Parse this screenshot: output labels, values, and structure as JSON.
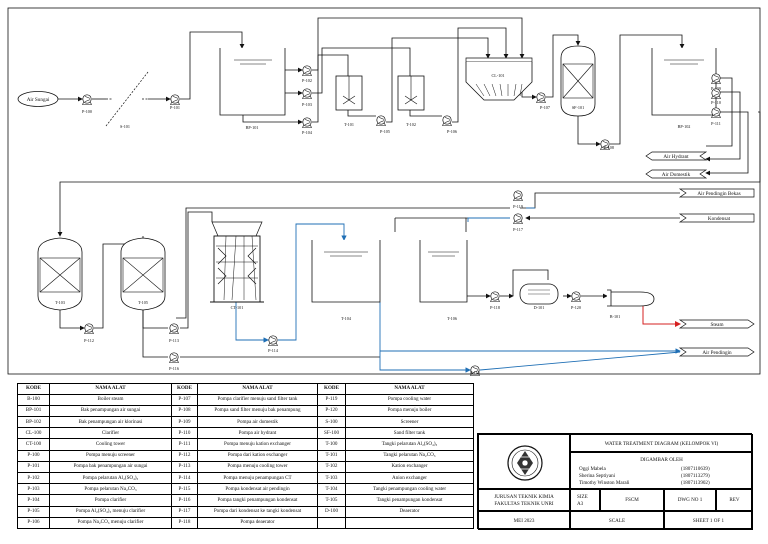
{
  "diagram": {
    "sources": {
      "river": "Air Sungai"
    },
    "equipment": {
      "s101": "S-101",
      "bp101": "BP-101",
      "t101": "T-101",
      "t102": "T-102",
      "cl101": "CL-101",
      "sf101": "SF-101",
      "bp102": "BP-102",
      "t103": "T-103",
      "t105": "T-105",
      "ct101": "CT-101",
      "t104": "T-104",
      "t106": "T-106",
      "d101": "D-101",
      "b101": "B-101"
    },
    "pumps": {
      "p100": "P-100",
      "p101": "P-101",
      "p102": "P-102",
      "p103": "P-103",
      "p104": "P-104",
      "p105": "P-105",
      "p106": "P-106",
      "p107": "P-107",
      "p108": "P-108",
      "p109": "P-109",
      "p110": "P-110",
      "p111": "P-111",
      "p112": "P-112",
      "p113": "P-113",
      "p114": "P-114",
      "p115": "P-115",
      "p116": "P-116",
      "p117": "P-117",
      "p118": "P-118",
      "p119": "P-119",
      "p120": "P-120"
    },
    "streams": {
      "air_hydrant": "Air Hydrant",
      "air_domestik": "Air Domestik",
      "air_pendingin_bekas": "Air Pendingin Bekas",
      "kondensat": "Kondensat",
      "steam": "Steam",
      "air_pendingin": "Air Pendingin"
    },
    "colors": {
      "line": "#111111",
      "cooling_water": "#1f6fb5",
      "steam": "#d62020"
    }
  },
  "legend": {
    "headers": [
      "KODE",
      "NAMA ALAT",
      "KODE",
      "NAMA ALAT",
      "KODE",
      "NAMA ALAT"
    ],
    "rows": [
      [
        "B-100",
        "Boiler steam",
        "P-107",
        "Pompa clarifier menuju sand filter tank",
        "P-119",
        "Pompa cooling water"
      ],
      [
        "BP-101",
        "Bak penampungan air sungai",
        "P-108",
        "Pompa sand filter menuju bak penampung",
        "P-120",
        "Pompa menuju boiler"
      ],
      [
        "BP-102",
        "Bak penampungan air klorinasi",
        "P-109",
        "Pompa air domestik",
        "S-100",
        "Screener"
      ],
      [
        "CL-100",
        "Clarifier",
        "P-110",
        "Pompa air hydrant",
        "SF-100",
        "Sand filter tank"
      ],
      [
        "CT-100",
        "Cooling tower",
        "P-111",
        "Pompa menuju kation exchanger",
        "T-100",
        "Tangki pelarutan Al₂(SO₄)₃"
      ],
      [
        "P-100",
        "Pompa menuju screener",
        "P-112",
        "Pompa dari kation exchanger",
        "T-101",
        "Tangki pelarutan Na₂CO₃"
      ],
      [
        "P-101",
        "Pompa bak penampungan air sungai",
        "P-113",
        "Pompa menuju cooling tower",
        "T-102",
        "Kation exchanger"
      ],
      [
        "P-102",
        "Pompa pelarutan Al₂(SO₄)₃",
        "P-114",
        "Pompa menuju penampungan CT",
        "T-103",
        "Anion exchanger"
      ],
      [
        "P-103",
        "Pompa pelarutan Na₂CO₃",
        "P-115",
        "Pompa kondensat air pendingin",
        "T-104",
        "Tangki penampungan cooling water"
      ],
      [
        "P-104",
        "Pompa clarifier",
        "P-116",
        "Pompa tangki penampungan kondensat",
        "T-105",
        "Tangki penampungan kondensat"
      ],
      [
        "P-105",
        "Pompa Al₂(SO₄)₃ menuju clarifier",
        "P-117",
        "Pompa dari kondensat ke tangki kondensat",
        "D-100",
        "Deaerator"
      ],
      [
        "P-106",
        "Pompa Na₂CO₃ menuju clarifier",
        "P-118",
        "Pompa deaerator",
        "",
        ""
      ]
    ]
  },
  "title_block": {
    "title": "WATER TREATMENT DIAGRAM (KELOMPOK VI)",
    "drawn_by_label": "DIGAMBAR OLEH",
    "authors": [
      {
        "name": "Oggi Mabela",
        "nim": "(1807110639)"
      },
      {
        "name": "Sherina Septiyani",
        "nim": "(1807113279)"
      },
      {
        "name": "Timothy Winston Marali",
        "nim": "(1807113902)"
      }
    ],
    "department_1": "JURUSAN TEKNIK KIMIA",
    "department_2": "FAKULTAS TEKNIK UNRI",
    "size_label": "SIZE",
    "size_value": "A3",
    "fscm_label": "FSCM",
    "dwg_label": "DWG NO 1",
    "rev_label": "REV",
    "date": "MEI 2023",
    "scale_label": "SCALE",
    "sheet_label": "SHEET 1 OF 1"
  }
}
